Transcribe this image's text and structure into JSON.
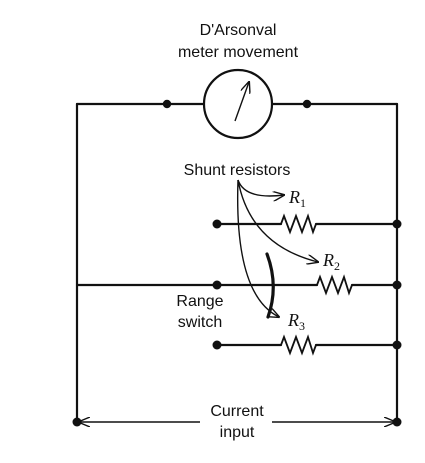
{
  "meter": {
    "label_line1": "D'Arsonval",
    "label_line2": "meter movement",
    "icon": "galvanometer-icon"
  },
  "shunt": {
    "label": "Shunt resistors"
  },
  "resistors": [
    {
      "symbol": "R",
      "subscript": "1"
    },
    {
      "symbol": "R",
      "subscript": "2"
    },
    {
      "symbol": "R",
      "subscript": "3"
    }
  ],
  "range_switch": {
    "label_line1": "Range",
    "label_line2": "switch"
  },
  "current_input": {
    "label_line1": "Current",
    "label_line2": "input"
  },
  "colors": {
    "line": "#111111",
    "background": "#ffffff"
  }
}
